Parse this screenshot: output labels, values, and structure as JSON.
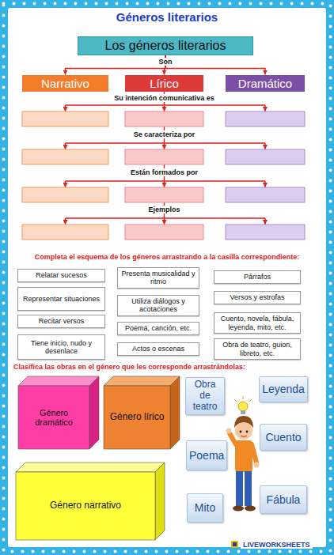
{
  "diagram": {
    "title": "Géneros literarios",
    "nodes": [
      {
        "text": [
          "Los géneros literarios"
        ]
      },
      {
        "text": [
          "Narrativo"
        ]
      },
      {
        "text": [
          "Lírico"
        ]
      },
      {
        "text": [
          "Dramático"
        ]
      },
      {
        "text": [
          "Relatar sucesos"
        ]
      },
      {
        "text": [
          "Presenta musicalidad y ritmo"
        ]
      },
      {
        "text": [
          "Párrafos"
        ]
      },
      {
        "text": [
          "Representar situaciones"
        ]
      },
      {
        "text": [
          "Utiliza diálogos y acotaciones"
        ]
      },
      {
        "text": [
          "Versos y estrofas"
        ]
      },
      {
        "text": [
          "Recitar versos"
        ]
      },
      {
        "text": [
          "Poema, canción, etc."
        ]
      },
      {
        "text": [
          "Cuento, novela, fábula, leyenda, mito, etc."
        ]
      },
      {
        "text": [
          "Tiene inicio, nudo y desenlace"
        ]
      },
      {
        "text": [
          "Actos o escenas"
        ]
      },
      {
        "text": [
          "Obra de teatro, guion, libreto, etc."
        ]
      },
      {
        "text": [
          "Género dramático"
        ]
      },
      {
        "text": [
          "Género lírico"
        ]
      },
      {
        "text": [
          "Obra de teatro"
        ]
      },
      {
        "text": [
          "Leyenda"
        ]
      },
      {
        "text": [
          "Cuento"
        ]
      },
      {
        "text": [
          "Poema"
        ]
      },
      {
        "text": [
          "Género narrativo"
        ]
      },
      {
        "text": [
          "Fábula"
        ]
      },
      {
        "text": [
          "Mito"
        ]
      }
    ],
    "edges": [
      {
        "from": 0,
        "to": 1,
        "arrow": "to"
      },
      {
        "from": 0,
        "to": 2,
        "arrow": "to"
      },
      {
        "from": 0,
        "to": 3,
        "arrow": "to"
      }
    ],
    "labels": [
      "Son",
      "Su intención comunicativa es",
      "Se caracteriza por",
      "Están formados por",
      "Ejemplos",
      "Completa el esquema de los géneros arrastrando a la casilla correspondiente:",
      "Clasifica las obras en el género que les corresponde arrastrándolas:",
      "LIVEWORKSHEETS"
    ]
  }
}
